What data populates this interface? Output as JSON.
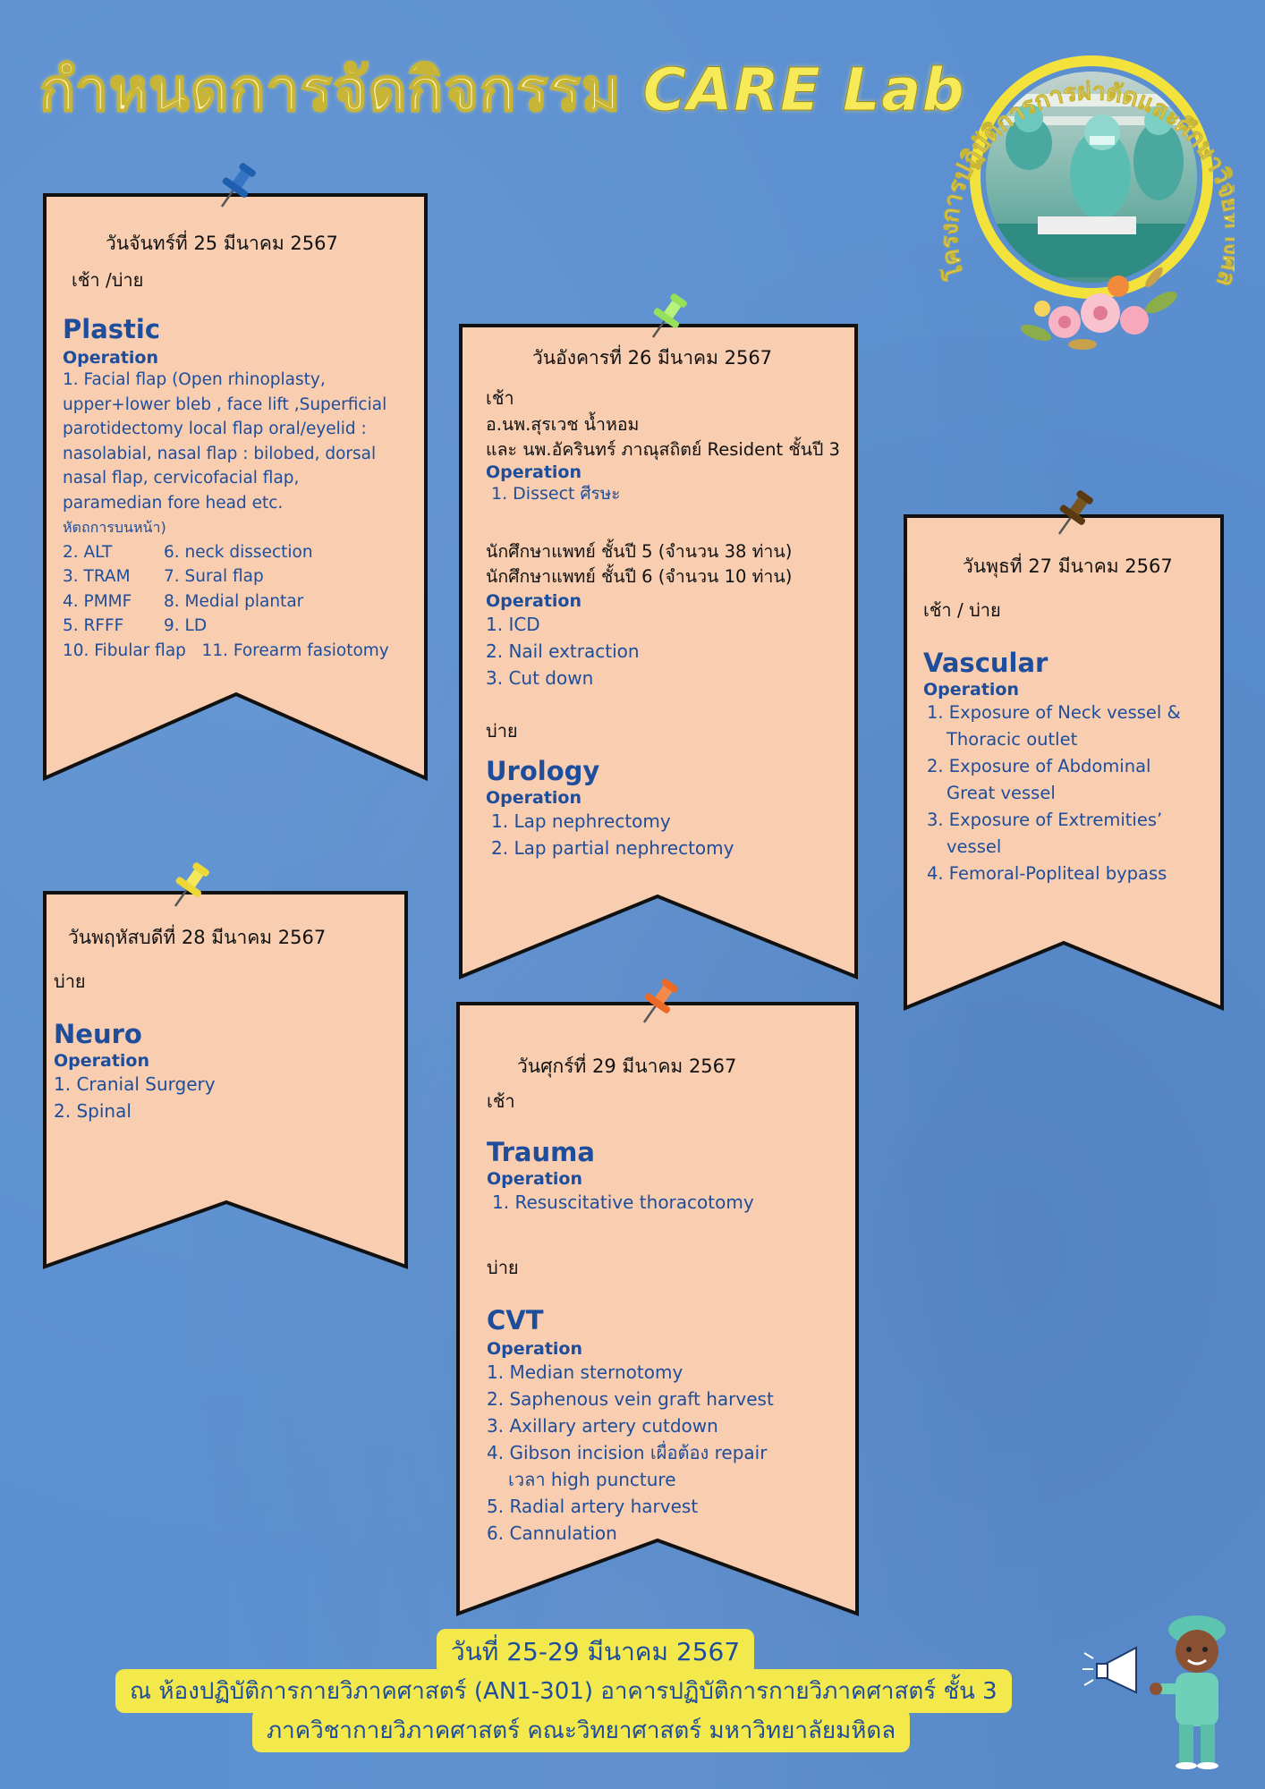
{
  "header": {
    "title_thai": "กำหนดการจัดกิจกรรม",
    "title_brand": "CARE Lab"
  },
  "emblem": {
    "ring_text": "โครงการปฏิบัติการการผ่าตัดและศึกษาวิจัยทางศัลยศาสตร์"
  },
  "cards": {
    "mon": {
      "date": "วันจันทร์ที่ 25 มีนาคม 2567",
      "time": "เช้า /บ่าย",
      "dept": "Plastic",
      "op": "Operation",
      "lines": [
        "1. Facial flap (Open rhinoplasty,",
        "upper+lower bleb , face lift ,Superficial",
        "parotidectomy local flap oral/eyelid :",
        "nasolabial, nasal flap : bilobed, dorsal",
        "nasal flap, cervicofacial flap,",
        "paramedian fore head etc.",
        "หัตถการบนหน้า)"
      ],
      "pairs": [
        [
          "2. ALT",
          "6. neck dissection"
        ],
        [
          "3. TRAM",
          "7. Sural flap"
        ],
        [
          "4. PMMF",
          "8. Medial plantar"
        ],
        [
          "5. RFFF",
          "9. LD"
        ]
      ],
      "last": "10. Fibular flap   11. Forearm fasiotomy"
    },
    "tue": {
      "date": "วันอังคารที่ 26 มีนาคม 2567",
      "time_morning": "เช้า",
      "staff1": "อ.นพ.สุรเวช น้ำหอม",
      "staff2": "และ นพ.อัครินทร์ ภาณุสถิตย์ Resident ชั้นปี 3",
      "op1": "Operation",
      "item1": "1. Dissect ศีรษะ",
      "student1": "นักศึกษาแพทย์ ชั้นปี 5 (จำนวน 38 ท่าน)",
      "student2": "นักศึกษาแพทย์ ชั้นปี 6 (จำนวน 10 ท่าน)",
      "op2": "Operation",
      "items2": [
        "1. ICD",
        "2. Nail extraction",
        "3. Cut down"
      ],
      "time_afternoon": "บ่าย",
      "dept": "Urology",
      "op3": "Operation",
      "items3": [
        "1. Lap nephrectomy",
        "2. Lap partial nephrectomy"
      ]
    },
    "wed": {
      "date": "วันพุธที่ 27 มีนาคม 2567",
      "time": "เช้า  / บ่าย",
      "dept": "Vascular",
      "op": "Operation",
      "items": [
        [
          "1. Exposure of Neck vessel &",
          "Thoracic outlet"
        ],
        [
          "2. Exposure of Abdominal",
          "Great vessel"
        ],
        [
          "3. Exposure of Extremities’",
          "vessel"
        ],
        [
          "4. Femoral-Popliteal bypass"
        ]
      ]
    },
    "thu": {
      "date": "วันพฤหัสบดีที่ 28 มีนาคม 2567",
      "time": "บ่าย",
      "dept": "Neuro",
      "op": "Operation",
      "items": [
        "1. Cranial Surgery",
        "2. Spinal"
      ]
    },
    "fri": {
      "date": "วันศุกร์ที่ 29 มีนาคม 2567",
      "time_morning": "เช้า",
      "dept1": "Trauma",
      "op1": "Operation",
      "items1": [
        "1. Resuscitative thoracotomy"
      ],
      "time_afternoon": "บ่าย",
      "dept2": "CVT",
      "op2": "Operation",
      "items2": [
        [
          "1. Median sternotomy"
        ],
        [
          "2. Saphenous vein graft harvest"
        ],
        [
          "3. Axillary artery cutdown"
        ],
        [
          "4. Gibson incision เผื่อต้อง repair",
          "เวลา high puncture"
        ],
        [
          "5. Radial artery harvest"
        ],
        [
          "6. Cannulation"
        ]
      ]
    }
  },
  "footer": {
    "line1": "วันที่ 25-29 มีนาคม 2567",
    "line2": "ณ ห้องปฏิบัติการกายวิภาคศาสตร์ (AN1-301) อาคารปฏิบัติการกายวิภาคศาสตร์ ชั้น 3",
    "line3": "ภาควิชากายวิภาคศาสตร์ คณะวิทยาศาสตร์ มหาวิทยาลัยมหิดล"
  },
  "colors": {
    "background": "#5b8fd0",
    "card": "#f8cdb0",
    "text_blue": "#1e4d9b",
    "title_yellow": "#f6ea58",
    "footer_yellow": "#f4e94c",
    "pins": [
      "#1f5fb0",
      "#a9ee6a",
      "#5a3a10",
      "#f2e24a",
      "#f07a38"
    ]
  }
}
